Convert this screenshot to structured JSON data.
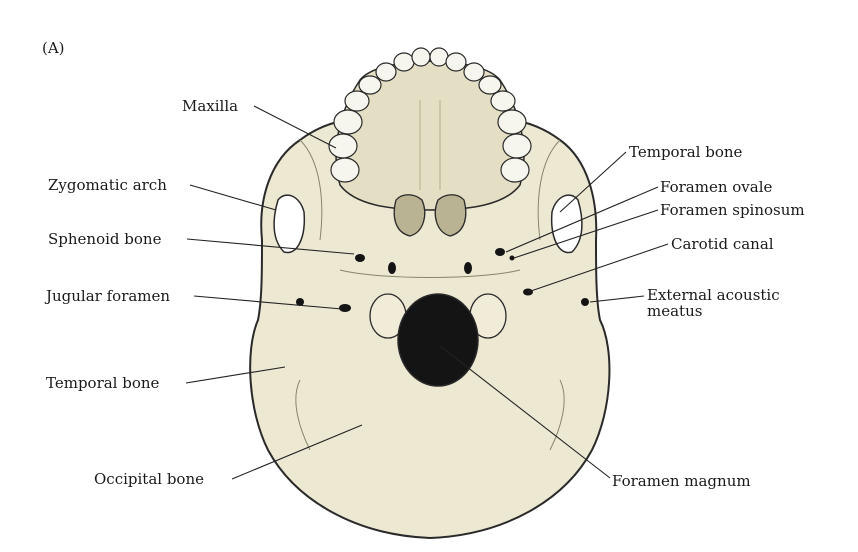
{
  "figure": {
    "panel_label": "(A)",
    "colors": {
      "bone": "#ece8d2",
      "bone_shadow": "#c9c3a6",
      "outline": "#2a2a2a",
      "foramen": "#141414",
      "leader": "#222222",
      "teeth": "#f6f5ee"
    },
    "labels_left": [
      {
        "id": "maxilla",
        "text": "Maxilla"
      },
      {
        "id": "zygomatic-arch",
        "text": "Zygomatic arch"
      },
      {
        "id": "sphenoid-bone",
        "text": "Sphenoid bone"
      },
      {
        "id": "jugular-foramen",
        "text": "Jugular foramen"
      },
      {
        "id": "temporal-bone-left",
        "text": "Temporal bone"
      },
      {
        "id": "occipital-bone",
        "text": "Occipital bone"
      }
    ],
    "labels_right": [
      {
        "id": "temporal-bone-right",
        "text": "Temporal bone"
      },
      {
        "id": "foramen-ovale",
        "text": "Foramen ovale"
      },
      {
        "id": "foramen-spinosum",
        "text": "Foramen spinosum"
      },
      {
        "id": "carotid-canal",
        "text": "Carotid canal"
      },
      {
        "id": "external-acoustic-meatus",
        "text": "External acoustic meatus"
      },
      {
        "id": "foramen-magnum",
        "text": "Foramen magnum"
      }
    ]
  }
}
